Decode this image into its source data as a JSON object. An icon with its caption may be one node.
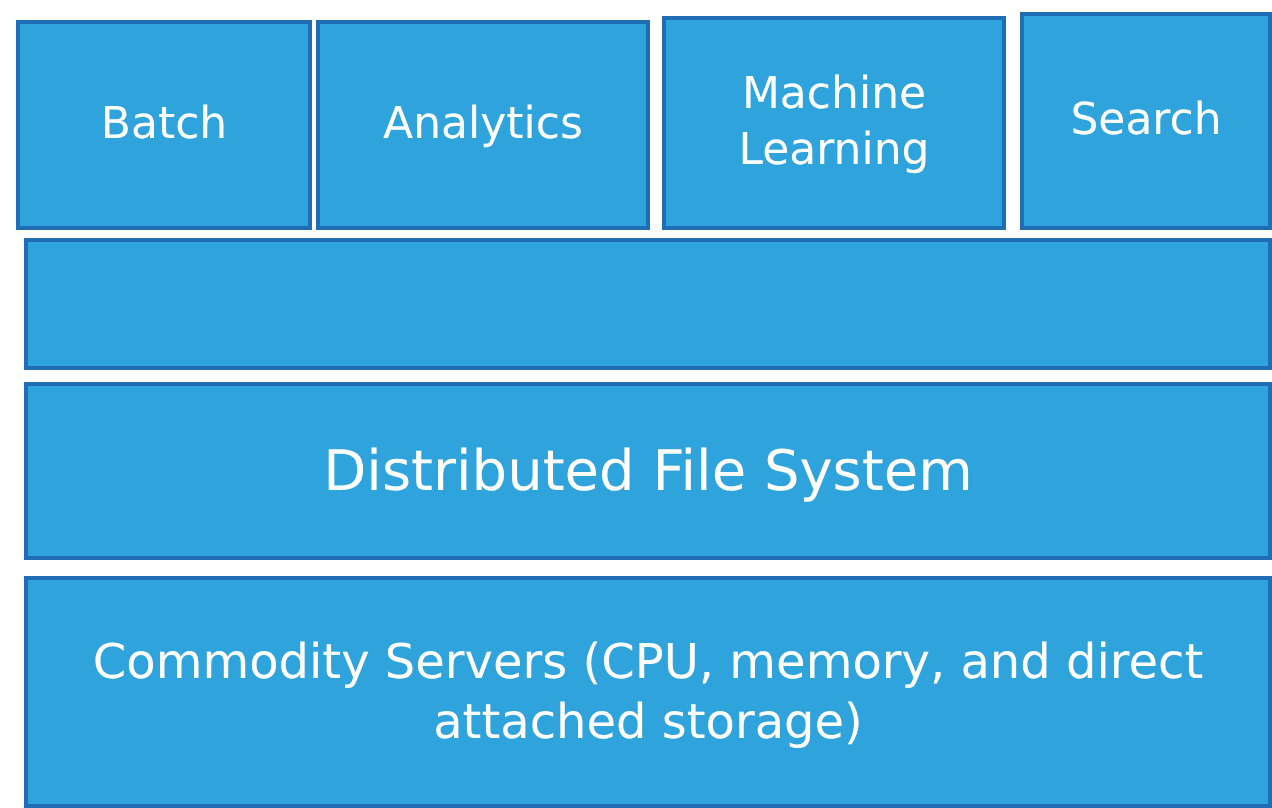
{
  "diagram": {
    "nodes": [
      {
        "text": [
          "Batch"
        ]
      },
      {
        "text": [
          "Analytics"
        ]
      },
      {
        "text": [
          "Machine Learning"
        ]
      },
      {
        "text": [
          "Search"
        ]
      },
      {
        "text": [],
        "shape": "box"
      },
      {
        "text": [
          "Distributed File System"
        ]
      },
      {
        "text": [
          "Commodity Servers (CPU, memory, and direct attached storage)"
        ]
      }
    ]
  }
}
